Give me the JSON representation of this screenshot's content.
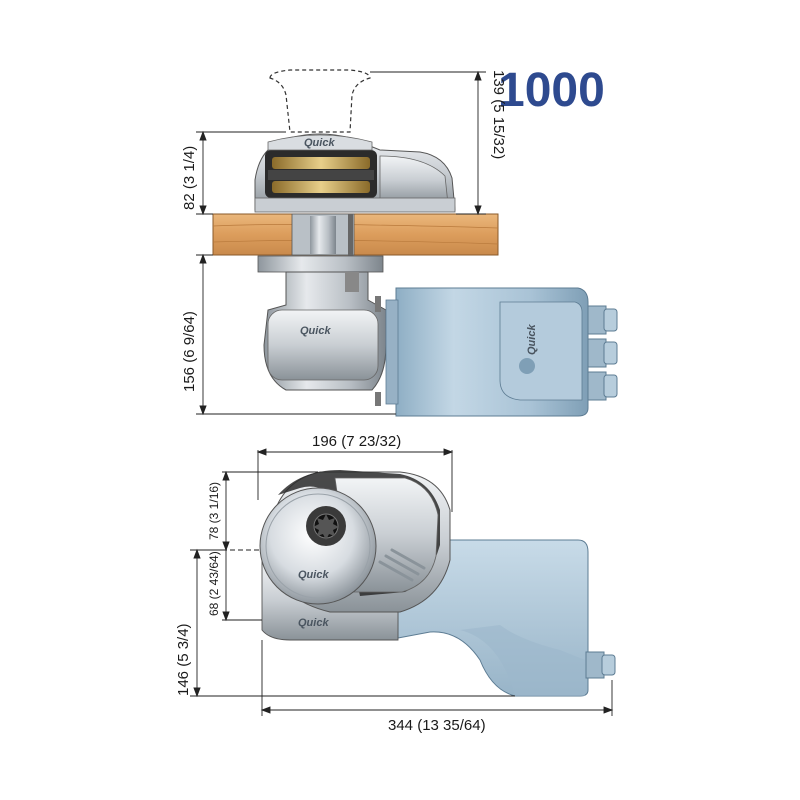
{
  "model_number": "1000",
  "dimensions": {
    "top_height": "139 (5 15/32)",
    "deck_above": "82 (3 1/4)",
    "below_deck": "156 (6 9/64)",
    "top_width": "196 (7 23/32)",
    "upper_offset": "78 (3 1/16)",
    "lower_offset": "68 (2 43/64)",
    "total_depth": "146 (5 3/4)",
    "total_length": "344 (13 35/64)"
  },
  "logo_text": "Quick",
  "colors": {
    "model": "#2e4a8f",
    "motor_blue": "#a9c3d6",
    "deck_wood": "#e0a060",
    "metal": "#c8cdd2"
  }
}
